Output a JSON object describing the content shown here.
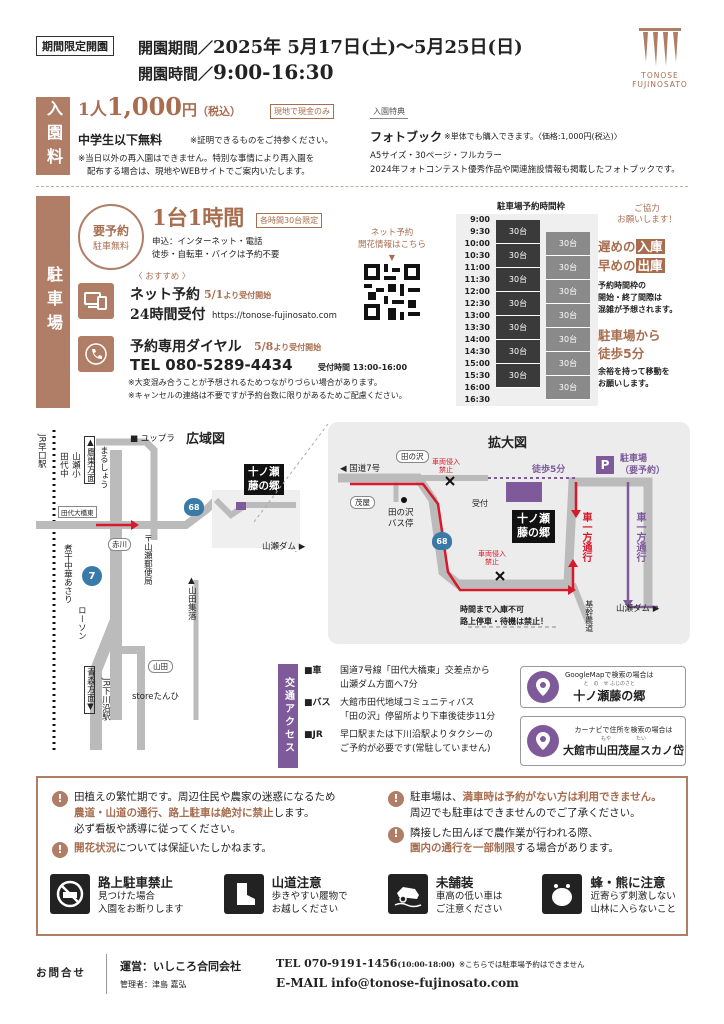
{
  "header": {
    "limited_badge": "期間限定開園",
    "period_label": "開園期間／",
    "period_value": "2025年 5月17日(土)～5月25日(日)",
    "hours_label": "開園時間／",
    "hours_value": "9:00-16:30"
  },
  "logo": {
    "line1": "TONOSE",
    "line2": "FUJINOSATO"
  },
  "admission": {
    "side_label": "入園料",
    "price_prefix": "1人",
    "price_value": "1,000",
    "price_unit": "円",
    "price_tax": "（税込）",
    "cash_tag": "現地で現金のみ",
    "free_text": "中学生以下無料",
    "free_note": "※証明できるものをご持参ください。",
    "reentry_note_1": "※当日以外の再入園はできません。特別な事情により再入園を",
    "reentry_note_2": "配布する場合は、現地やWEBサイトでご案内いたします。",
    "benefit_tag": "入園特典",
    "benefit_title": "フォトブック",
    "benefit_note": "※単体でも購入できます。〈価格:1,000円(税込)〉",
    "benefit_desc_1": "A5サイズ・30ページ・フルカラー",
    "benefit_desc_2": "2024年フォトコンテスト優秀作品や関連施設情報も掲載したフォトブックです。"
  },
  "parking": {
    "side_label": "駐車場",
    "circle_line1": "要予約",
    "circle_line2": "駐車無料",
    "per_car": "1台1時間",
    "slot_tag": "各時間30台限定",
    "apply_line1": "申込：インターネット・電話",
    "apply_line2": "徒歩・自転車・バイクは予約不要",
    "qr_caption_1": "ネット予約",
    "qr_caption_2": "開花情報はこちら",
    "recommend": "おすすめ",
    "net_title": "ネット予約",
    "net_start": "5/1",
    "net_start_suffix": "より受付開始",
    "net_hours": "24時間受付",
    "net_url": "https://tonose-fujinosato.com",
    "tel_title": "予約専用ダイヤル",
    "tel_start": "5/8",
    "tel_start_suffix": "より受付開始",
    "tel_number": "TEL 080-5289-4434",
    "tel_hours": "受付時間 13:00-16:00",
    "tel_note_1": "※大変混み合うことが予想されるためつながりづらい場合があります。",
    "tel_note_2": "※キャンセルの連絡は不要ですが予約台数に限りがあるためご配慮ください。",
    "schedule_title": "駐車場予約時間枠",
    "times": [
      "9:00",
      "9:30",
      "10:00",
      "10:30",
      "11:00",
      "11:30",
      "12:00",
      "12:30",
      "13:00",
      "13:30",
      "14:00",
      "14:30",
      "15:00",
      "15:30",
      "16:00",
      "16:30"
    ],
    "slot_label": "30台",
    "coop_title_1": "ご協力",
    "coop_title_2": "お願いします！",
    "coop_late": "遅めの",
    "coop_entry": "入庫",
    "coop_early": "早めの",
    "coop_exit": "出庫",
    "coop_desc_1": "予約時間枠の",
    "coop_desc_2": "開始・終了間際は",
    "coop_desc_3": "混雑が予想されます。",
    "walk_title_1": "駐車場から",
    "walk_title_2": "徒歩5分",
    "walk_desc_1": "余裕を持って移動を",
    "walk_desc_2": "お願いします。"
  },
  "map_wide": {
    "title": "広域図",
    "yupura": "ユップラ",
    "station_jr": "JR早口駅",
    "takahashi": "鷹巣方面",
    "yamase_es": "山瀬小",
    "tashiro_jhs": "田代中",
    "marushou": "まるしょう",
    "tashiro_bridge": "田代大橋東",
    "akagawa": "赤川",
    "post": "山瀬郵便局",
    "yamada_shuraku": "山田集落",
    "route68": "68",
    "route7": "7",
    "nishimori": "煮干中華あさり",
    "lawson": "ローソン",
    "aomori": "青森方面",
    "shimokawa": "JR下川沿駅",
    "yamada": "山田",
    "store": "storeたんひ",
    "yamase_dam": "山瀬ダム",
    "site_1": "十ノ瀬",
    "site_2": "藤の郷"
  },
  "map_zoom": {
    "title": "拡大図",
    "r7": "国道7号",
    "tanosawa": "田の沢",
    "shigeya": "茂屋",
    "bus_stop_1": "田の沢",
    "bus_stop_2": "バス停",
    "no_entry_1": "車両侵入",
    "no_entry_2": "禁止",
    "reception": "受付",
    "walk5": "徒歩5分",
    "park_1": "駐車場",
    "park_2": "（要予約）",
    "oneway_1": "車一方通行",
    "oneway_2": "車一方通行",
    "kikan": "基幹農道",
    "dam": "山瀬ダム",
    "no_pass_1": "時間まで入庫不可",
    "no_pass_2": "路上停車・待機は禁止！",
    "site_1": "十ノ瀬",
    "site_2": "藤の郷",
    "route68": "68"
  },
  "access": {
    "side_label": "交通アクセス",
    "car_label": "■車",
    "car_1": "国道7号線「田代大橋東」交差点から",
    "car_2": "山瀬ダム方面へ7分",
    "bus_label": "■バス",
    "bus_1": "大館市田代地域コミュニティバス",
    "bus_2": "「田の沢」停留所より下車後徒歩11分",
    "jr_label": "■JR",
    "jr_1": "早口駅または下川沿駅よりタクシーの",
    "jr_2": "ご予約が必要です(常駐していません)",
    "gmap_hint": "GoogleMapで検索の場合は",
    "gmap_name": "十ノ瀬藤の郷",
    "gmap_ruby": "と　の　せ ふじのさと",
    "navi_hint": "カーナビで住所を検索の場合は",
    "navi_addr": "大館市山田茂屋スカノ岱",
    "navi_ruby": "もや　　　　　たい"
  },
  "notices": {
    "left_1a": "田植えの繁忙期です。周辺住民や農家の迷惑になるため",
    "left_1b": "農道・山道の通行、路上駐車は絶対に禁止",
    "left_1c": "します。",
    "left_1d": "必ず看板や誘導に従ってください。",
    "left_2a": "開花状況",
    "left_2b": "については保証いたしかねます。",
    "right_1a": "駐車場は、",
    "right_1b": "満車時は予約がない方は利用できません。",
    "right_1c": "周辺でも駐車はできませんのでご了承ください。",
    "right_2a": "隣接した田んぼで農作業が行われる際、",
    "right_2b": "園内の通行を一部制限",
    "right_2c": "する場合があります。",
    "c1_title": "路上駐車禁止",
    "c1_1": "見つけた場合",
    "c1_2": "入園をお断りします",
    "c2_title": "山道注意",
    "c2_1": "歩きやすい履物で",
    "c2_2": "お越しください",
    "c3_title": "未舗装",
    "c3_1": "車高の低い車は",
    "c3_2": "ご注意ください",
    "c4_title": "蜂・熊に注意",
    "c4_1": "近寄らず刺激しない",
    "c4_2": "山林に入らないこと"
  },
  "footer": {
    "inquiry": "お問合せ",
    "operator": "運営：いしころ合同会社",
    "manager": "管理者：津島 嘉弘",
    "tel": "TEL 070-9191-1456",
    "tel_hours": "(10:00-18:00)",
    "tel_note": "※こちらでは駐車場予約はできません",
    "email": "E-MAIL info@tonose-fujinosato.com"
  },
  "colors": {
    "accent": "#a86d4f",
    "purple": "#7e5a9b",
    "red": "#d9182a"
  }
}
